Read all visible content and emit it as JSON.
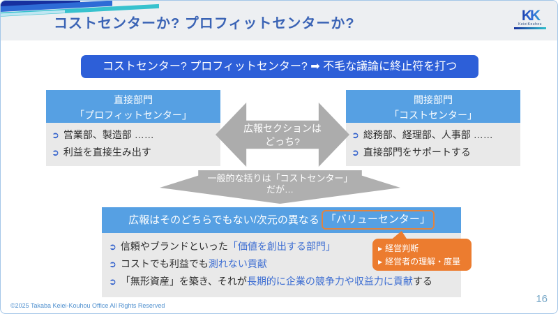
{
  "title": "コストセンターか? プロフィットセンターか?",
  "logo": {
    "kk": "KK",
    "caption": "KeieiKouhou"
  },
  "banner": "コストセンター? プロフィットセンター? ➡ 不毛な議論に終止符を打つ",
  "glyphs": {
    "bullet": "➲",
    "callout_bullet": "▶"
  },
  "left_box": {
    "header": [
      "直接部門",
      "「プロフィットセンター」"
    ],
    "items": [
      "営業部、製造部 ……",
      "利益を直接生み出す"
    ]
  },
  "right_box": {
    "header": [
      "間接部門",
      "「コストセンター」"
    ],
    "items": [
      "総務部、経理部、人事部 ……",
      "直接部門をサポートする"
    ]
  },
  "center_arrow": {
    "line1": "広報セクションは",
    "line2": "どっち?"
  },
  "down_arrow": {
    "line1": "一般的な括りは「コストセンター」",
    "line2": "だが…"
  },
  "bottom_box": {
    "header_prefix": "広報はそのどちらでもない/次元の異なる",
    "header_boxed": "「バリューセンター」",
    "items": [
      {
        "pre": "信頼やブランドといった",
        "hl": "「価値を創出する部門」",
        "post": ""
      },
      {
        "pre": "コストでも利益でも",
        "hl": "測れない貢献",
        "post": ""
      },
      {
        "pre": "「無形資産」を築き、それが",
        "hl": "長期的に企業の競争力や収益力に貢献",
        "post": "する"
      }
    ]
  },
  "callout": {
    "items": [
      "経営判断",
      "経営者の理解・度量"
    ]
  },
  "footer": "©2025 Takaba Keiei-Kouhou Office All Rights Reserved",
  "page_number": "16",
  "colors": {
    "banner_blue": "#2D5FD8",
    "header_blue": "#56A0E3",
    "arrow_gray": "#ACACAC",
    "panel_gray": "#E9E9E9",
    "accent_orange": "#EC7C2F",
    "highlight_blue": "#3C6DD2",
    "title_blue": "#3A63B5"
  }
}
